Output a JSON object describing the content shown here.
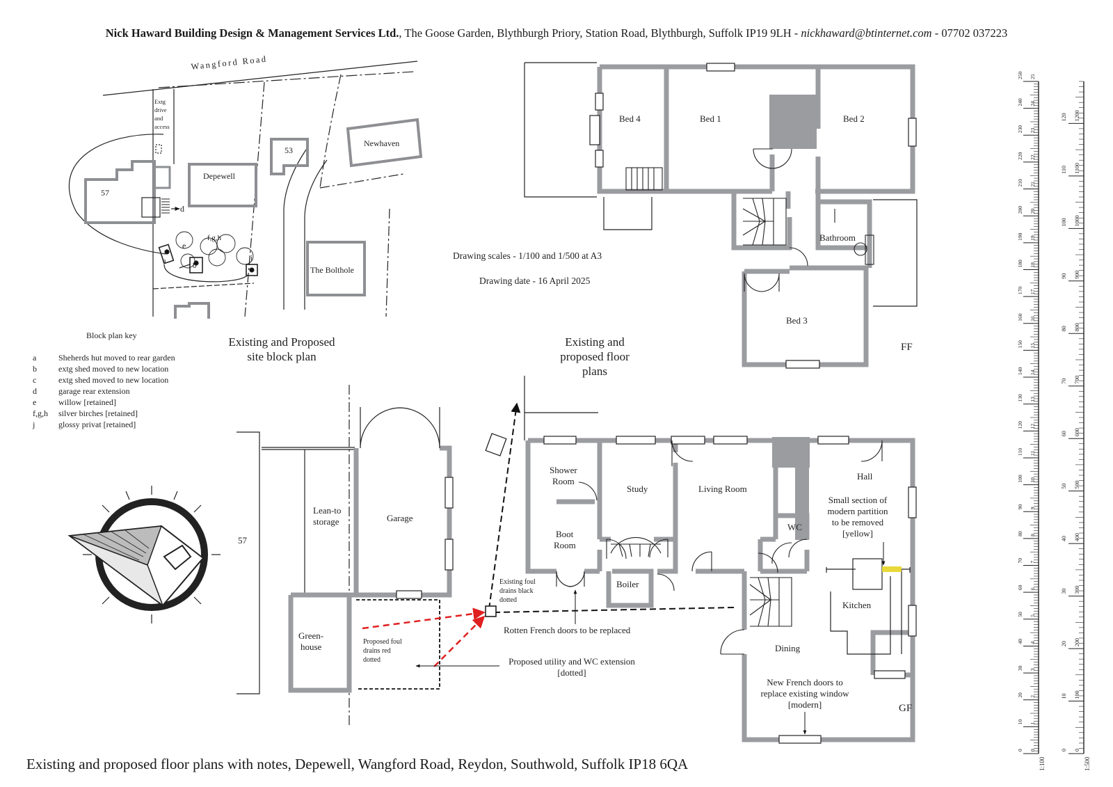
{
  "header": {
    "company": "Nick Haward Building Design & Management Services Ltd.",
    "address": ", The Goose Garden, Blythburgh Priory, Station Road, Blythburgh, Suffolk IP19 9LH - ",
    "email": "nickhaward@btinternet.com",
    "phone": " - 07702 037223"
  },
  "footer": "Existing and proposed floor plans with notes, Depewell, Wangford Road, Reydon, Southwold, Suffolk IP18 6QA",
  "site": {
    "road": "Wangford Road",
    "drive": [
      "Extg",
      "drive",
      "and",
      "access"
    ],
    "houses": {
      "h57": "57",
      "depewell": "Depewell",
      "h53": "53",
      "newhaven": "Newhaven",
      "bolthole": "The Bolthole"
    },
    "markers": {
      "a": "a",
      "b": "b",
      "c": "c",
      "d": "d",
      "e": "e",
      "fgh": "f,g,h",
      "j": "j"
    }
  },
  "key": {
    "title": "Block plan key",
    "items": [
      {
        "code": "a",
        "text": "Sheherds hut moved to rear garden"
      },
      {
        "code": "b",
        "text": "extg shed moved to new location"
      },
      {
        "code": "c",
        "text": "extg shed moved to new location"
      },
      {
        "code": "d",
        "text": "garage rear extension"
      },
      {
        "code": "e",
        "text": "willow [retained]"
      },
      {
        "code": "f,g,h",
        "text": "silver birches [retained]"
      },
      {
        "code": "j",
        "text": "glossy privat [retained]"
      }
    ]
  },
  "titles": {
    "site1": "Existing and Proposed",
    "site2": "site block plan",
    "floor1": "Existing and",
    "floor2": "proposed floor",
    "floor3": "plans"
  },
  "info": {
    "scales": "Drawing scales - 1/100 and 1/500 at A3",
    "date": "Drawing date - 16 April 2025"
  },
  "ff": {
    "bed4": "Bed 4",
    "bed1": "Bed 1",
    "bed2": "Bed 2",
    "bed3": "Bed 3",
    "bathroom": "Bathroom",
    "label": "FF"
  },
  "gf": {
    "shower1": "Shower",
    "shower2": "Room",
    "study": "Study",
    "living": "Living Room",
    "hall": "Hall",
    "boot1": "Boot",
    "boot2": "Room",
    "wc": "WC",
    "boiler": "Boiler",
    "kitchen": "Kitchen",
    "dining": "Dining",
    "garage": "Garage",
    "lean1": "Lean-to",
    "lean2": "storage",
    "green1": "Green-",
    "green2": "house",
    "n57": "57",
    "label": "GF"
  },
  "notes": {
    "partition": [
      "Small section of",
      "modern partition",
      "to be removed",
      "[yellow]"
    ],
    "foul_existing": [
      "Existing foul",
      "drains black",
      "dotted"
    ],
    "foul_proposed": [
      "Proposed foul",
      "drains red",
      "dotted"
    ],
    "french_rotten": "Rotten French doors to be replaced",
    "utility": [
      "Proposed utility and WC extension",
      "[dotted]"
    ],
    "french_new": [
      "New French doors to",
      "replace existing window",
      "[modern]"
    ]
  },
  "scale_bars": {
    "left_label": "1:100",
    "right_label": "1:500",
    "left_marks": [
      "0",
      "1",
      "2",
      "3",
      "4",
      "5",
      "6",
      "7",
      "8",
      "9",
      "10",
      "11",
      "12",
      "13",
      "14",
      "15",
      "16",
      "17",
      "18",
      "19",
      "20",
      "21",
      "22",
      "23",
      "24",
      "25"
    ],
    "left_mm": [
      "0",
      "10",
      "20",
      "30",
      "40",
      "50",
      "60",
      "70",
      "80",
      "90",
      "100",
      "110",
      "120",
      "130",
      "140",
      "150",
      "160",
      "170",
      "180",
      "190",
      "200",
      "210",
      "220",
      "230",
      "240",
      "250"
    ],
    "right_marks": [
      "0",
      "100",
      "200",
      "300",
      "400",
      "500",
      "600",
      "700",
      "800",
      "900",
      "1000",
      "1100",
      "1200"
    ],
    "right_m": [
      "0",
      "10",
      "20",
      "30",
      "40",
      "50",
      "60",
      "70",
      "80",
      "90",
      "100",
      "110",
      "120"
    ]
  },
  "colors": {
    "wall": "#9b9ca0",
    "partition": "#e8d83a",
    "proposed_drain": "#e02020"
  }
}
